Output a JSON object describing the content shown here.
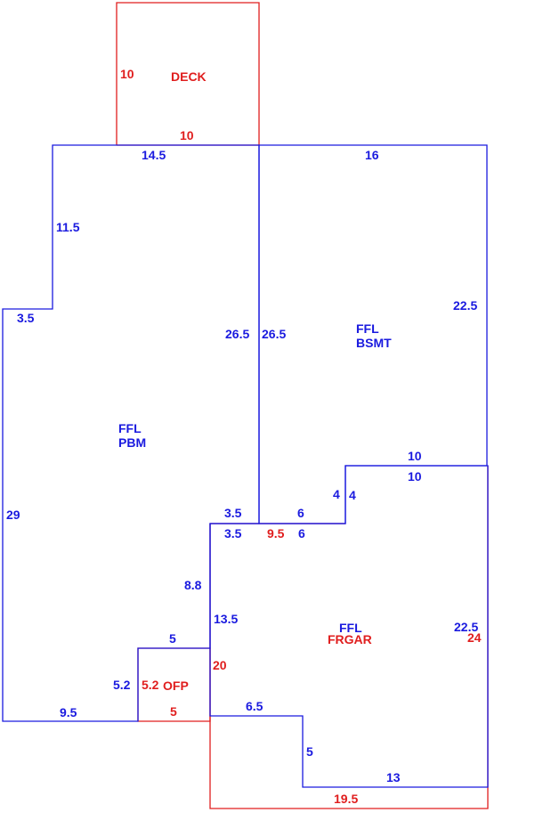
{
  "colors": {
    "blue": "#1a1adf",
    "red": "#e01e1e",
    "background": "#ffffff"
  },
  "areas": {
    "deck": {
      "label": "DECK"
    },
    "pbm": {
      "line1": "FFL",
      "line2": "PBM"
    },
    "bsmt": {
      "line1": "FFL",
      "line2": "BSMT"
    },
    "frgar": {
      "line1": "FFL",
      "line2": "FRGAR"
    },
    "ofp": {
      "label": "OFP"
    }
  },
  "dimensions": {
    "deck_left": "10",
    "deck_bottom": "10",
    "pbm_top": "14.5",
    "bsmt_top": "16",
    "pbm_upper_left": "11.5",
    "pbm_step": "3.5",
    "pbm_center_wall": "26.5",
    "bsmt_center_wall": "26.5",
    "bsmt_right": "22.5",
    "pbm_left": "29",
    "bsmt_step_top": "10",
    "frgar_step_top": "10",
    "bsmt_step_left": "4",
    "frgar_step_left": "4",
    "pbm_notch_top": "3.5",
    "pbm_notch_bottom": "3.5",
    "bsmt_bottom": "6",
    "frgar_top": "6",
    "frgar_top_red": "9.5",
    "pbm_notch_side": "8.8",
    "frgar_left_upper": "13.5",
    "frgar_right": "22.5",
    "frgar_right_red": "24",
    "ofp_top": "5",
    "frgar_left_red": "20",
    "pbm_ofp_side": "5.2",
    "ofp_left": "5.2",
    "pbm_bottom": "9.5",
    "ofp_bottom": "5",
    "frgar_lower_left": "6.5",
    "frgar_lower_step": "5",
    "frgar_bottom": "13",
    "frgar_bottom_red": "19.5"
  }
}
